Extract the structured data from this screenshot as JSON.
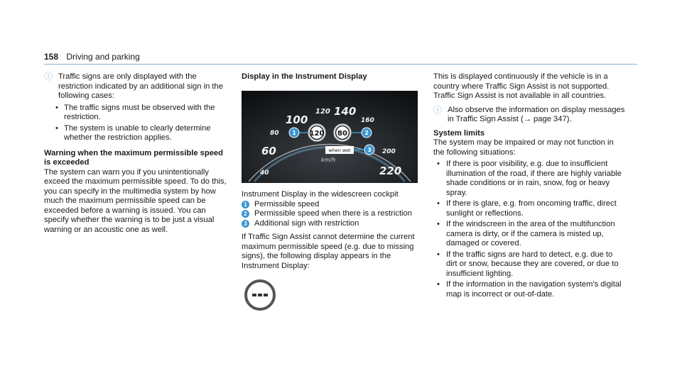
{
  "header": {
    "page_number": "158",
    "section": "Driving and parking"
  },
  "col1": {
    "note_text": "Traffic signs are only displayed with the restriction indicated by an additional sign in the following cases:",
    "bullets": [
      "The traffic signs must be observed with the restriction.",
      "The system is unable to clearly determine whether the restriction applies."
    ],
    "warning_heading": "Warning when the maximum permissible speed is exceeded",
    "warning_text": "The system can warn you if you unintentionally exceed the maximum permissible speed. To do this, you can specify in the multimedia system by how much the maximum permissible speed can be exceeded before a warning is issued. You can specify whether the warning is to be just a visual warning or an acoustic one as well."
  },
  "col2": {
    "heading": "Display in the Instrument Display",
    "caption": "Instrument Display in the widescreen cockpit",
    "legend": [
      {
        "num": "1",
        "text": "Permissible speed"
      },
      {
        "num": "2",
        "text": "Permissible speed when there is a restriction"
      },
      {
        "num": "3",
        "text": "Additional sign with restriction"
      }
    ],
    "para": "If Traffic Sign Assist cannot determine the current maximum permissible speed (e.g. due to missing signs), the following display appears in the Instrument Display:",
    "gauge": {
      "numbers": [
        "100",
        "120",
        "140",
        "160",
        "80",
        "60",
        "40",
        "200",
        "220"
      ],
      "unit": "km/h",
      "sign1": "120",
      "sign2": "80",
      "sign_label": "when wet"
    }
  },
  "col3": {
    "para1": "This is displayed continuously if the vehicle is in a country where Traffic Sign Assist is not supported. Traffic Sign Assist is not available in all countries.",
    "note": "Also observe the information on display messages in Traffic Sign Assist (→ page 347).",
    "limits_heading": "System limits",
    "limits_intro": "The system may be impaired or may not function in the following situations:",
    "bullets": [
      "If there is poor visibility, e.g. due to insufficient illumination of the road, if there are highly variable shade conditions or in rain, snow, fog or heavy spray.",
      "If there is glare, e.g. from oncoming traffic, direct sunlight or reflections.",
      "If the windscreen in the area of the multifunction camera is dirty, or if the camera is misted up, damaged or covered.",
      "If the traffic signs are hard to detect, e.g. due to dirt or snow, because they are covered, or due to insufficient lighting.",
      "If the information in the navigation system's digital map is incorrect or out-of-date."
    ]
  },
  "colors": {
    "accent": "#3b95cf",
    "rule": "#7fb3d6"
  },
  "icons": {
    "note": "info-icon",
    "no_sign": "no-traffic-sign-icon"
  }
}
